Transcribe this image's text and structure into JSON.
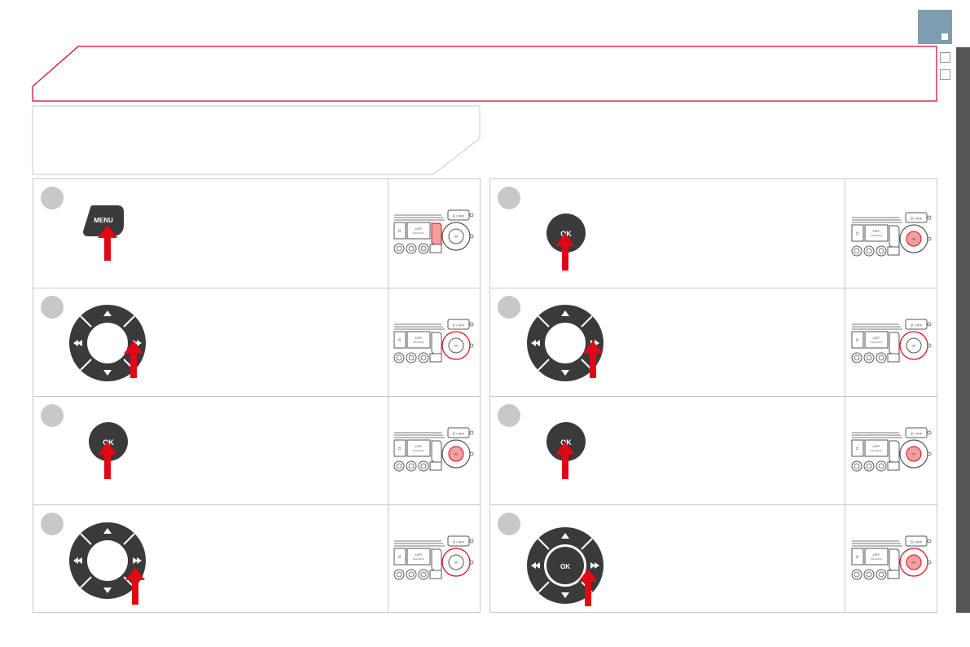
{
  "header": {
    "title": ""
  },
  "intro": {
    "text": ""
  },
  "steps_left": [
    {
      "number": "",
      "control": "menu-button",
      "menu_label": "MENU"
    },
    {
      "number": "",
      "control": "navigation-pad"
    },
    {
      "number": "",
      "control": "ok-button",
      "ok_label": "OK"
    },
    {
      "number": "",
      "control": "navigation-pad"
    }
  ],
  "steps_right": [
    {
      "number": "",
      "control": "ok-button",
      "ok_label": "OK"
    },
    {
      "number": "",
      "control": "navigation-pad"
    },
    {
      "number": "",
      "control": "ok-button",
      "ok_label": "OK"
    },
    {
      "number": "",
      "control": "navigation-pad-with-ok",
      "ok_label": "OK"
    }
  ],
  "radio": {
    "on_off_label": "⏻ / OFF",
    "list_label": "LIST",
    "refresh_label": "REFRESH",
    "ok_label": "OK"
  },
  "colors": {
    "accent_red": "#e30613",
    "header_border": "#d4002a",
    "tab_blue": "#7d9db1",
    "side_bar": "#555555",
    "control_dark": "#3a3a3a"
  }
}
